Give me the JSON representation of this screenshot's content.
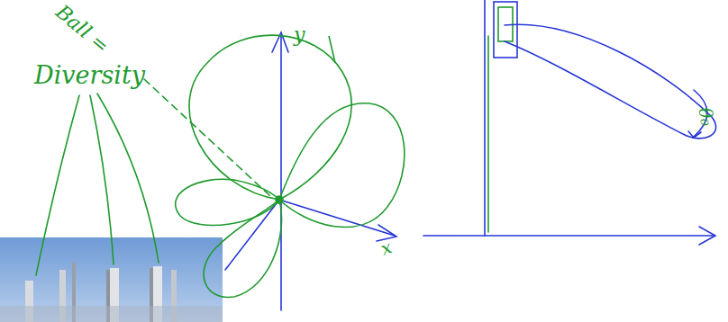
{
  "diagram": {
    "labels": [
      "Ball =",
      "Diversity",
      "y",
      "x",
      "θ₀"
    ]
  }
}
